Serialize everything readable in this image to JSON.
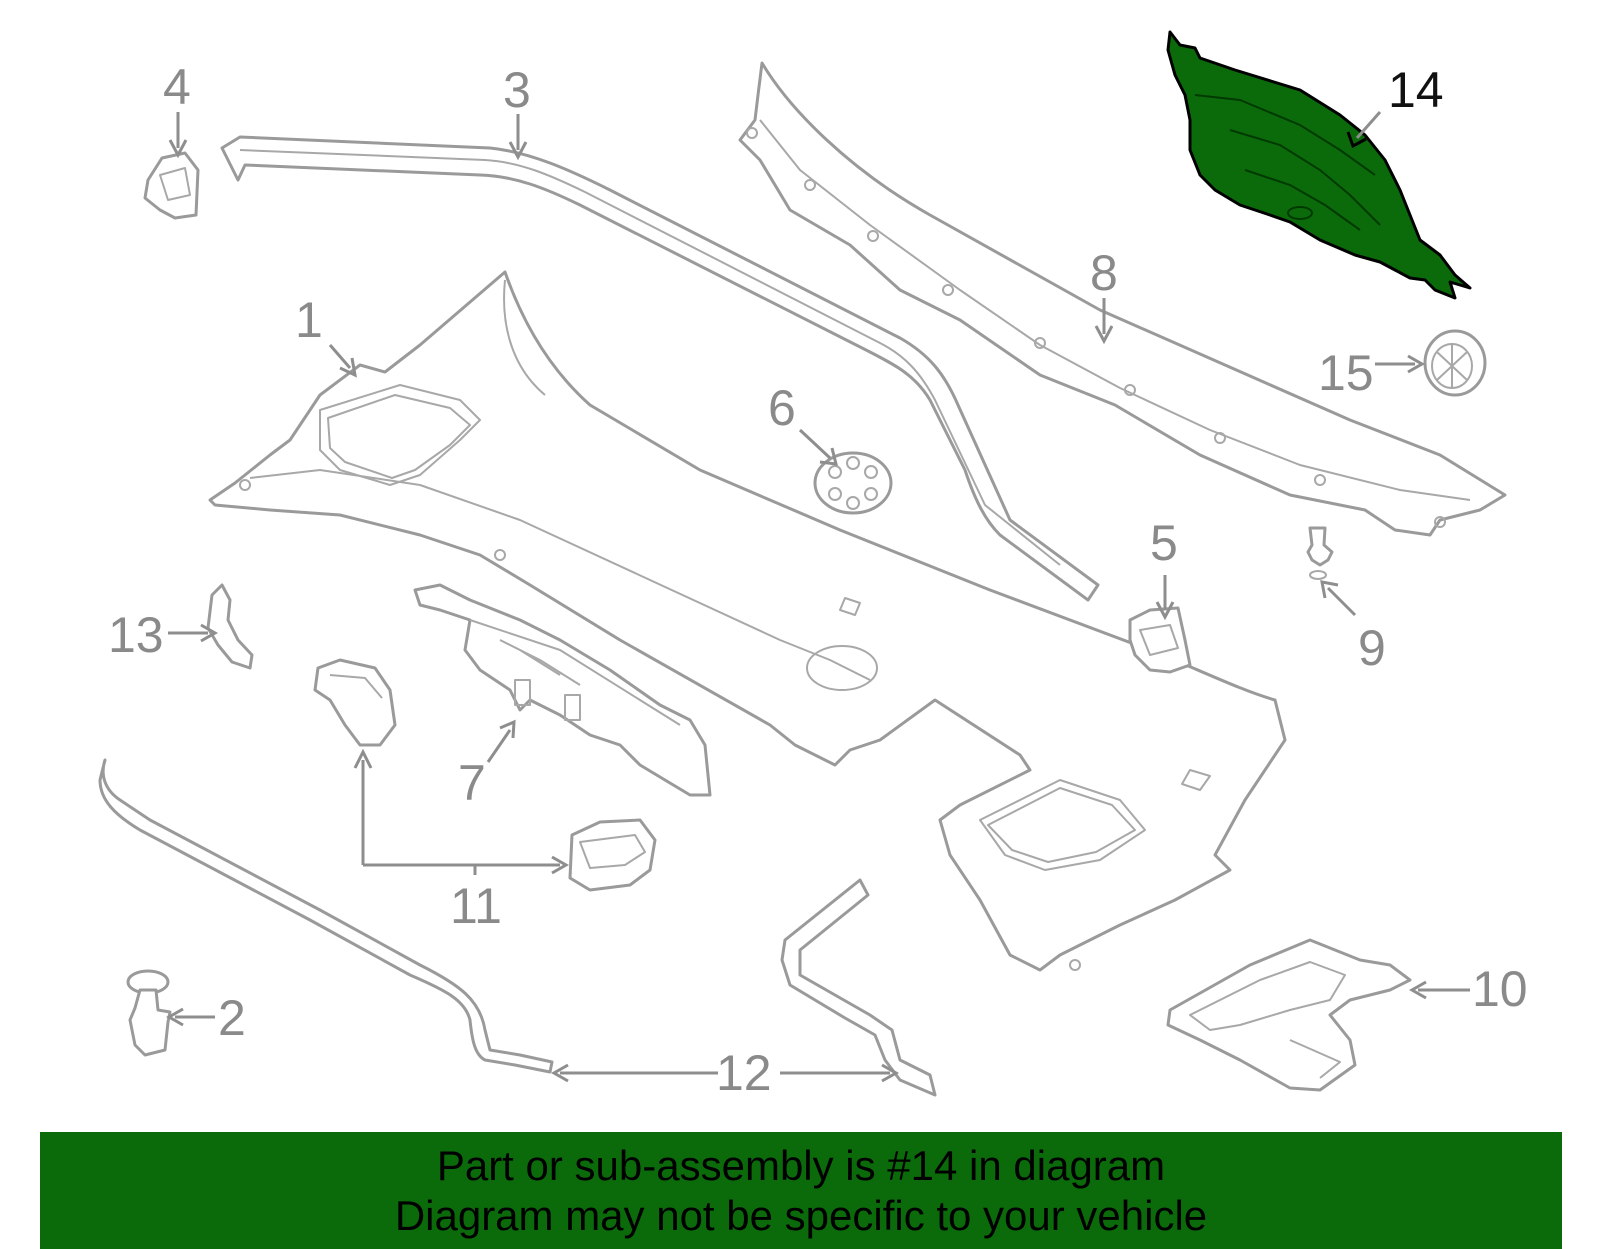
{
  "diagram": {
    "highlight_color": "#0b6b0b",
    "banner_color": "#0b6b0b",
    "callouts": [
      {
        "id": "1",
        "label": "1"
      },
      {
        "id": "2",
        "label": "2"
      },
      {
        "id": "3",
        "label": "3"
      },
      {
        "id": "4",
        "label": "4"
      },
      {
        "id": "5",
        "label": "5"
      },
      {
        "id": "6",
        "label": "6"
      },
      {
        "id": "7",
        "label": "7"
      },
      {
        "id": "8",
        "label": "8"
      },
      {
        "id": "9",
        "label": "9"
      },
      {
        "id": "10",
        "label": "10"
      },
      {
        "id": "11",
        "label": "11"
      },
      {
        "id": "12",
        "label": "12"
      },
      {
        "id": "13",
        "label": "13"
      },
      {
        "id": "14",
        "label": "14"
      },
      {
        "id": "15",
        "label": "15"
      }
    ],
    "highlighted_part": "14"
  },
  "banner": {
    "line1": "Part or sub-assembly is #14 in diagram",
    "line2": "Diagram may not be specific to your vehicle"
  }
}
